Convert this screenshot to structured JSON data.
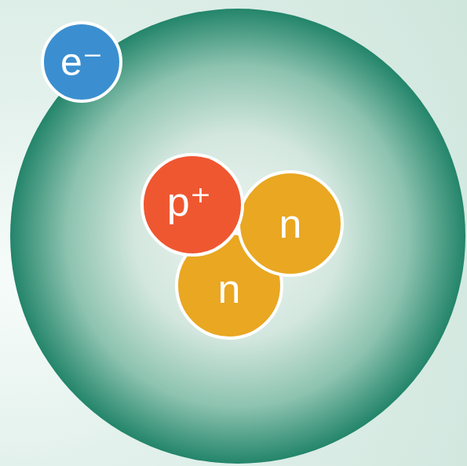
{
  "diagram": {
    "nodes": [
      {
        "text": [
          "e⁻"
        ]
      },
      {
        "text": [
          "p⁺"
        ]
      },
      {
        "text": [
          "n"
        ]
      },
      {
        "text": [
          "n"
        ]
      }
    ]
  }
}
